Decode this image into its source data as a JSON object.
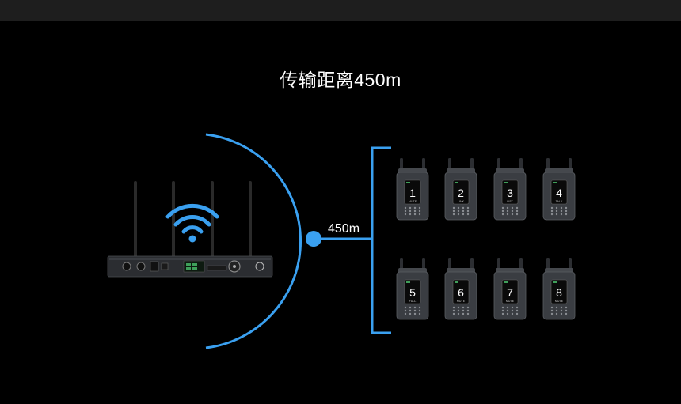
{
  "title": "传输距离450m",
  "distance_label": "450m",
  "colors": {
    "background": "#000000",
    "accent_blue": "#3aa0f0",
    "device_body": "#3a3d42",
    "device_screen": "#0a0a0a"
  },
  "icons": {
    "wifi": "wifi-icon"
  },
  "base_station": {
    "name": "receiver-base-station",
    "antenna_count": 4
  },
  "beltpacks": [
    {
      "number": "1",
      "mode": "MUTE"
    },
    {
      "number": "2",
      "mode": "LINK"
    },
    {
      "number": "3",
      "mode": "LIST"
    },
    {
      "number": "4",
      "mode": "TALK"
    },
    {
      "number": "5",
      "mode": "FULL"
    },
    {
      "number": "6",
      "mode": "MUTE"
    },
    {
      "number": "7",
      "mode": "MUTE"
    },
    {
      "number": "8",
      "mode": "MUTE"
    }
  ]
}
